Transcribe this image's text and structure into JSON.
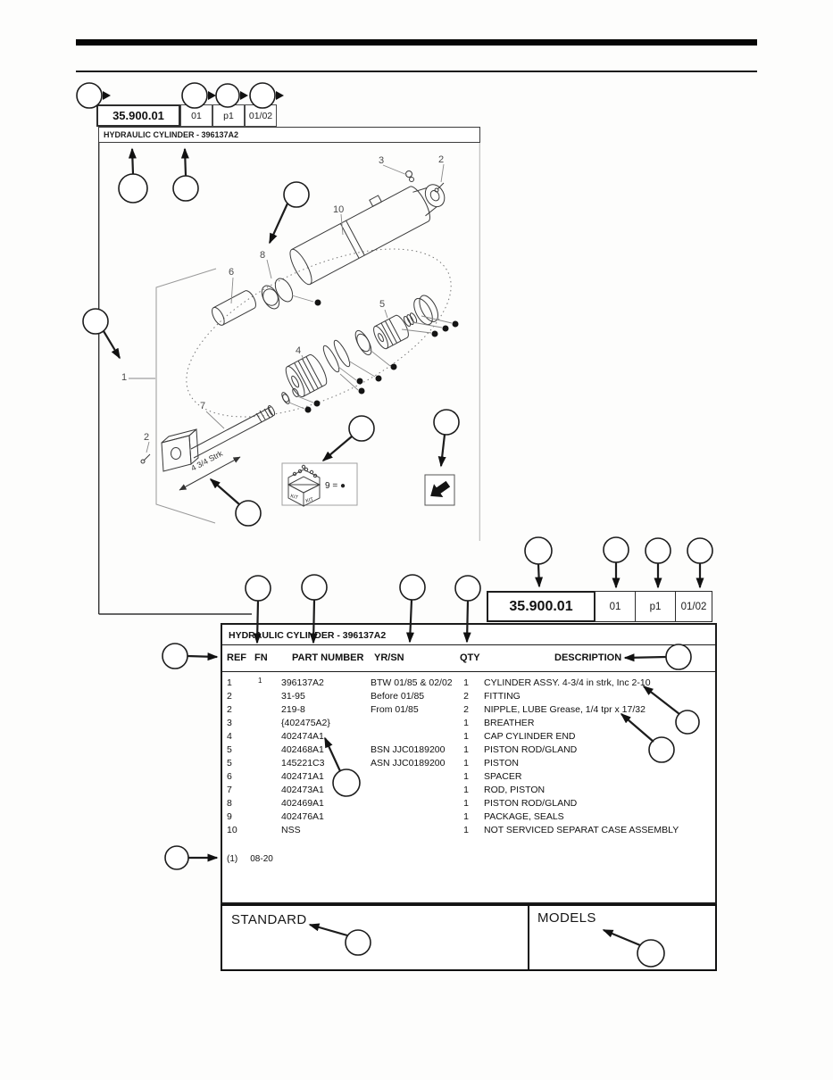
{
  "header_top": {
    "code": "35.900.01",
    "rev": "01",
    "page": "p1",
    "date": "01/02",
    "title": "HYDRAULIC CYLINDER - 396137A2"
  },
  "diagram": {
    "labels": {
      "n1": "1",
      "n2_top": "2",
      "n2_bottom": "2",
      "n3": "3",
      "n4": "4",
      "n5": "5",
      "n6": "6",
      "n7": "7",
      "n8": "8",
      "n10": "10"
    },
    "dimension": "4 3/4 Strk",
    "kit_label_left": "KIT",
    "kit_label_right": "KIT",
    "kit_legend": "9 = ●"
  },
  "header_table": {
    "code": "35.900.01",
    "rev": "01",
    "page": "p1",
    "date": "01/02"
  },
  "table": {
    "title": "HYDRAULIC CYLINDER - 396137A2",
    "columns": {
      "ref": "REF",
      "fn": "FN",
      "part": "PART NUMBER",
      "yrsn": "YR/SN",
      "qty": "QTY",
      "desc": "DESCRIPTION"
    },
    "rows": [
      {
        "ref": "1",
        "fn": "1",
        "part": "396137A2",
        "yrsn": "BTW 01/85 & 02/02",
        "qty": "1",
        "desc": "CYLINDER ASSY. 4-3/4 in strk, Inc 2-10"
      },
      {
        "ref": "2",
        "fn": "",
        "part": "31-95",
        "yrsn": "Before 01/85",
        "qty": "2",
        "desc": "FITTING"
      },
      {
        "ref": "2",
        "fn": "",
        "part": "219-8",
        "yrsn": "From 01/85",
        "qty": "2",
        "desc": "NIPPLE, LUBE Grease, 1/4 tpr x 17/32"
      },
      {
        "ref": "3",
        "fn": "",
        "part": "{402475A2}",
        "yrsn": "",
        "qty": "1",
        "desc": "BREATHER"
      },
      {
        "ref": "4",
        "fn": "",
        "part": "402474A1",
        "yrsn": "",
        "qty": "1",
        "desc": "CAP CYLINDER END"
      },
      {
        "ref": "5",
        "fn": "",
        "part": "402468A1",
        "yrsn": "BSN JJC0189200",
        "qty": "1",
        "desc": "PISTON ROD/GLAND"
      },
      {
        "ref": "5",
        "fn": "",
        "part": "145221C3",
        "yrsn": "ASN JJC0189200",
        "qty": "1",
        "desc": "PISTON"
      },
      {
        "ref": "6",
        "fn": "",
        "part": "402471A1",
        "yrsn": "",
        "qty": "1",
        "desc": "SPACER"
      },
      {
        "ref": "7",
        "fn": "",
        "part": "402473A1",
        "yrsn": "",
        "qty": "1",
        "desc": "ROD, PISTON"
      },
      {
        "ref": "8",
        "fn": "",
        "part": "402469A1",
        "yrsn": "",
        "qty": "1",
        "desc": "PISTON ROD/GLAND"
      },
      {
        "ref": "9",
        "fn": "",
        "part": "402476A1",
        "yrsn": "",
        "qty": "1",
        "desc": "PACKAGE, SEALS"
      },
      {
        "ref": "10",
        "fn": "",
        "part": "NSS",
        "yrsn": "",
        "qty": "1",
        "desc": "NOT SERVICED SEPARAT CASE ASSEMBLY"
      }
    ],
    "footnote_ref": "(1)",
    "footnote_text": "08-20"
  },
  "footer": {
    "standard": "STANDARD",
    "models": "MODELS"
  }
}
